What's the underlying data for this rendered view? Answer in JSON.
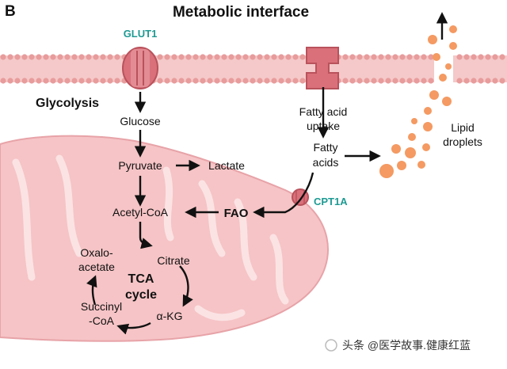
{
  "panel_letter": "B",
  "title": "Metabolic interface",
  "labels": {
    "glut1": "GLUT1",
    "glycolysis": "Glycolysis",
    "glucose": "Glucose",
    "pyruvate": "Pyruvate",
    "lactate": "Lactate",
    "acetyl_coa": "Acetyl-CoA",
    "fao": "FAO",
    "cpt1a": "CPT1A",
    "fatty_acid_uptake_line1": "Fatty acid",
    "fatty_acid_uptake_line2": "uptake",
    "fatty_acids_line1": "Fatty",
    "fatty_acids_line2": "acids",
    "lipid_droplets_line1": "Lipid",
    "lipid_droplets_line2": "droplets",
    "oxaloacetate_line1": "Oxalo-",
    "oxaloacetate_line2": "acetate",
    "citrate": "Citrate",
    "tca_line1": "TCA",
    "tca_line2": "cycle",
    "succinyl_line1": "Succinyl",
    "succinyl_line2": "-CoA",
    "akg": "α-KG"
  },
  "watermark": "头条 @医学故事.健康红蓝",
  "colors": {
    "membrane": "#f5c9c9",
    "membrane_head": "#e89c9c",
    "transporter": "#d9707a",
    "mito_fill": "#f6c4c6",
    "mito_crista": "#fbe3e4",
    "droplet": "#f49a62",
    "teal_label": "#1e9a93",
    "arrow": "#111111"
  }
}
